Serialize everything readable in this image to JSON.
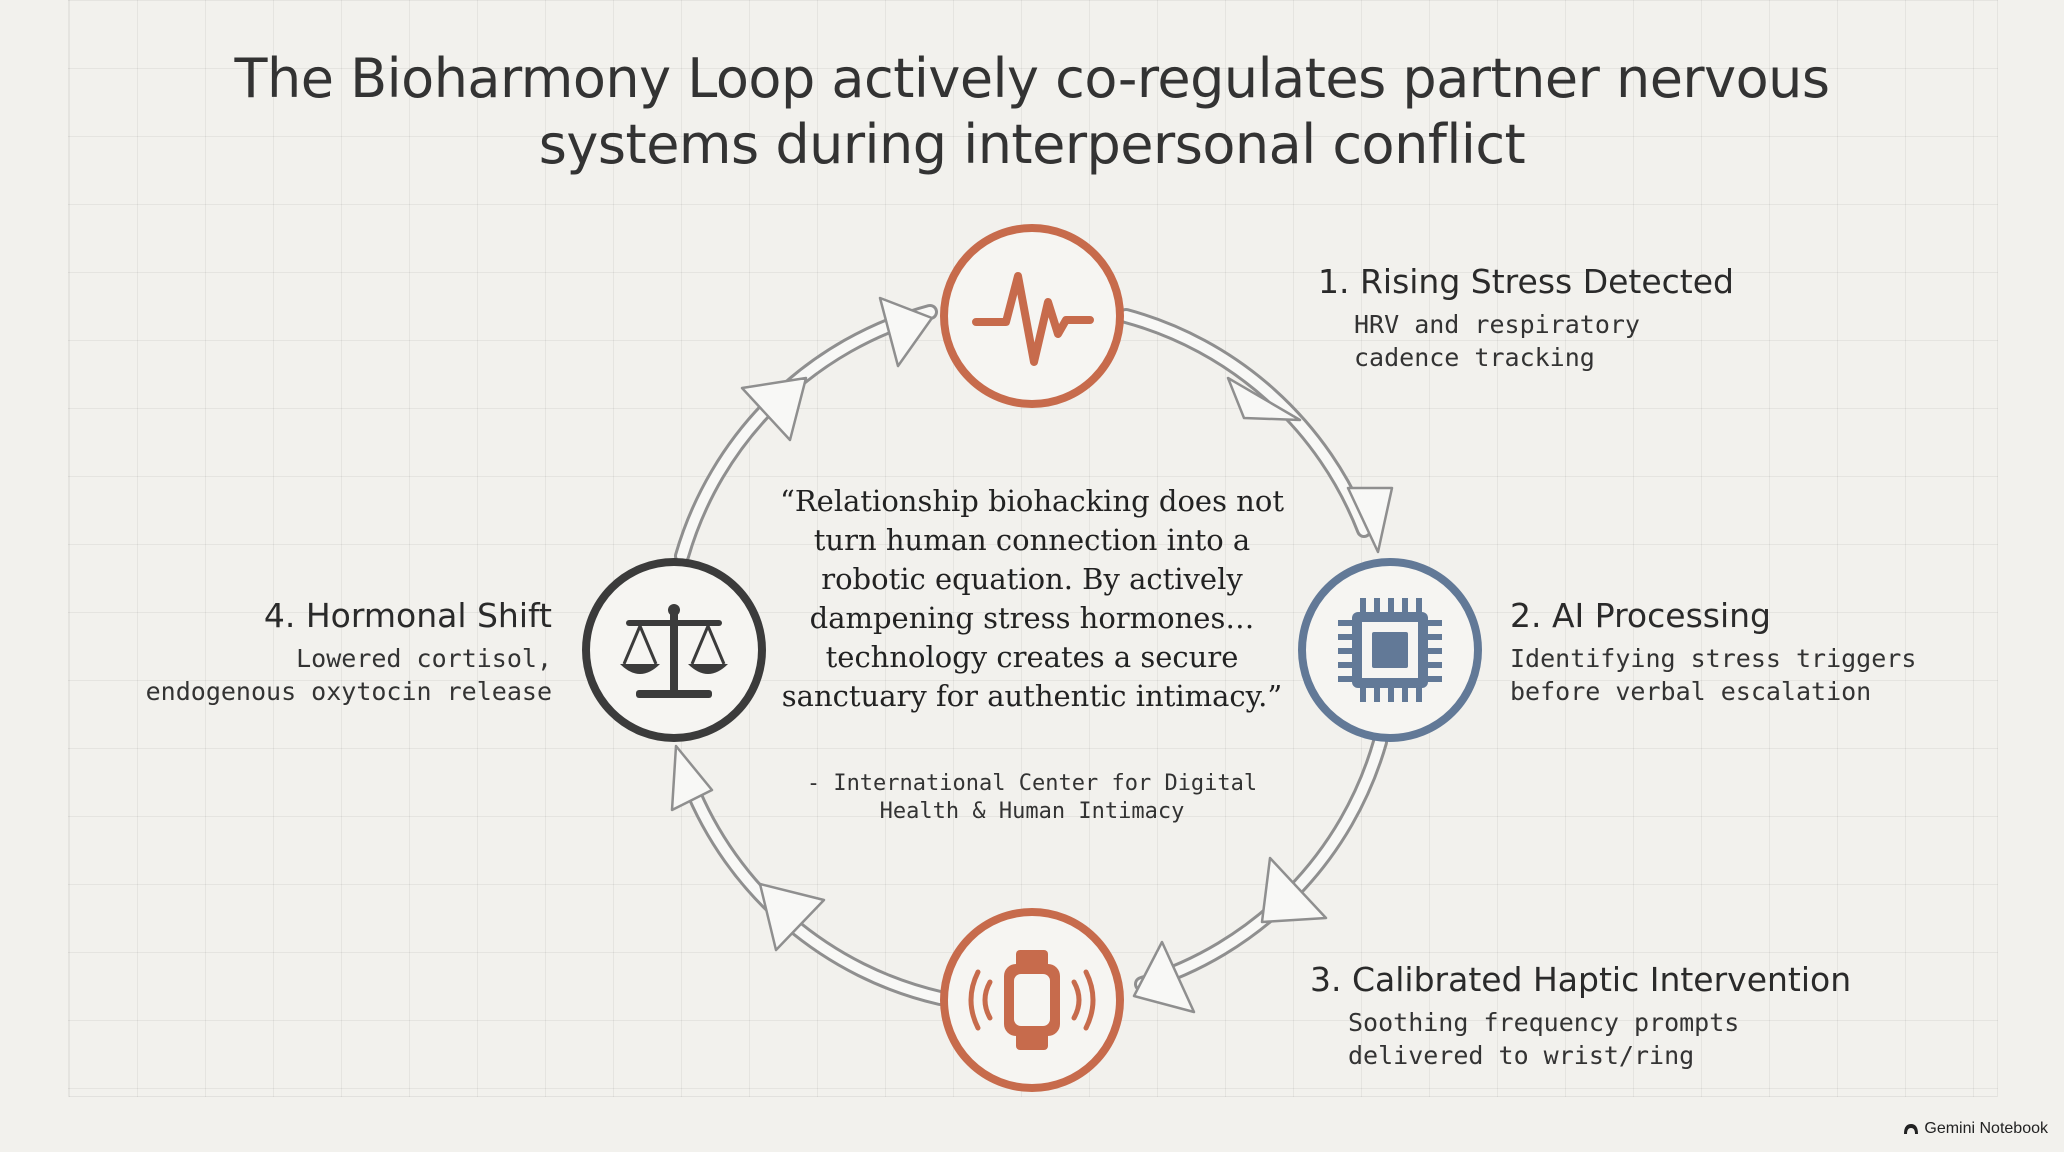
{
  "title": "The Bioharmony Loop actively co-regulates partner nervous systems during interpersonal conflict",
  "steps": [
    {
      "id": "rising-stress",
      "title": "1. Rising Stress Detected",
      "description": "HRV and respiratory\ncadence tracking",
      "icon": "heartbeat-icon",
      "color": "#c76b4c"
    },
    {
      "id": "ai-processing",
      "title": "2. AI Processing",
      "description": "Identifying stress triggers\nbefore verbal escalation",
      "icon": "cpu-chip-icon",
      "color": "#627997"
    },
    {
      "id": "haptic",
      "title": "3. Calibrated Haptic Intervention",
      "description": "Soothing frequency prompts\ndelivered to wrist/ring",
      "icon": "smartwatch-vibrate-icon",
      "color": "#c76b4c"
    },
    {
      "id": "hormonal",
      "title": "4. Hormonal Shift",
      "description": "Lowered cortisol,\nendogenous oxytocin release",
      "icon": "balance-scale-icon",
      "color": "#3b3b3b"
    }
  ],
  "quote": {
    "text": "“Relationship biohacking does not turn human connection into a robotic equation. By actively dampening stress hormones… technology creates a secure sanctuary for authentic intimacy.”",
    "attribution": "- International Center for Digital\nHealth & Human Intimacy"
  },
  "brand": {
    "label": "Gemini Notebook",
    "icon": "notebook-logo-icon"
  },
  "colors": {
    "background": "#f2f1ed",
    "accent_orange": "#c76b4c",
    "accent_blue": "#627997",
    "dark": "#3b3b3b",
    "arrow_outline": "#8f8f8f"
  }
}
